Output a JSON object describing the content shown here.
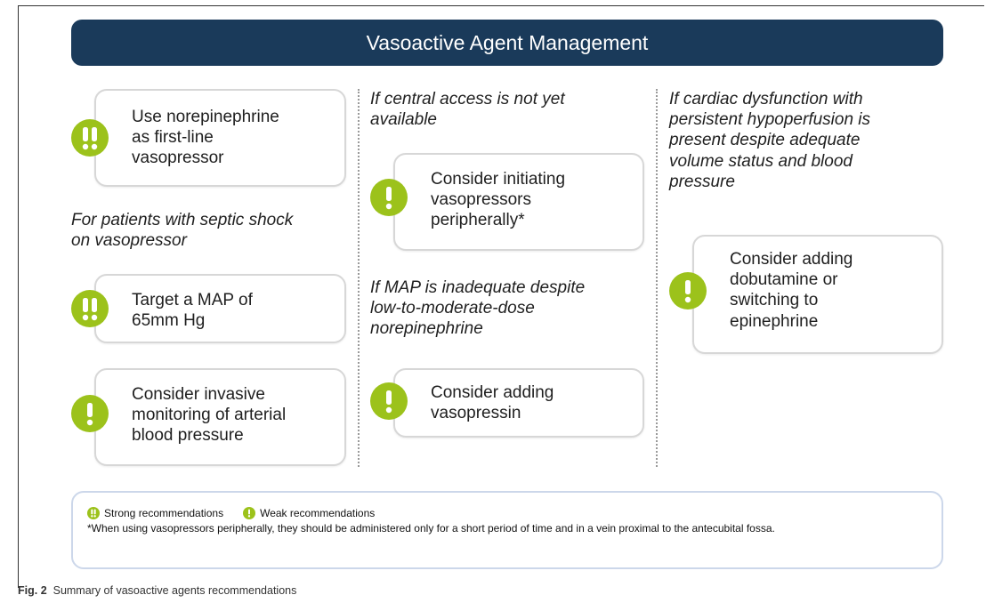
{
  "header": {
    "title": "Vasoactive Agent Management"
  },
  "columns": {
    "left": {
      "box1": "Use norepinephrine\nas first-line\nvasopressor",
      "condition": "For patients with septic shock\non vasopressor",
      "box2": "Target a MAP of\n65mm Hg",
      "box3": "Consider invasive\nmonitoring of arterial\nblood pressure"
    },
    "middle": {
      "condition1": "If central access is not yet\navailable",
      "box1": "Consider initiating\nvasopressors\nperipherally*",
      "condition2": "If MAP is inadequate despite\nlow-to-moderate-dose\nnorepinephrine",
      "box2": "Consider adding\nvasopressin"
    },
    "right": {
      "condition": "If cardiac dysfunction with\npersistent hypoperfusion is\npresent despite adequate\nvolume status and blood\npressure",
      "box1": "Consider adding\ndobutamine or\nswitching to\nepinephrine"
    }
  },
  "legend": {
    "strong": "Strong recommendations",
    "weak": "Weak recommendations",
    "note": "*When using vasopressors peripherally, they should be administered only for a short period of time and in a vein proximal to the antecubital fossa."
  },
  "caption": {
    "label": "Fig. 2",
    "text": "Summary of vasoactive agents recommendations"
  },
  "colors": {
    "header": "#1a3a5a",
    "icon": "#9cc21b",
    "box_border": "#d7d7d7",
    "legend_border": "#ccd7ea"
  },
  "icons": {
    "strong": "double-exclamation-icon",
    "weak": "single-exclamation-icon"
  }
}
